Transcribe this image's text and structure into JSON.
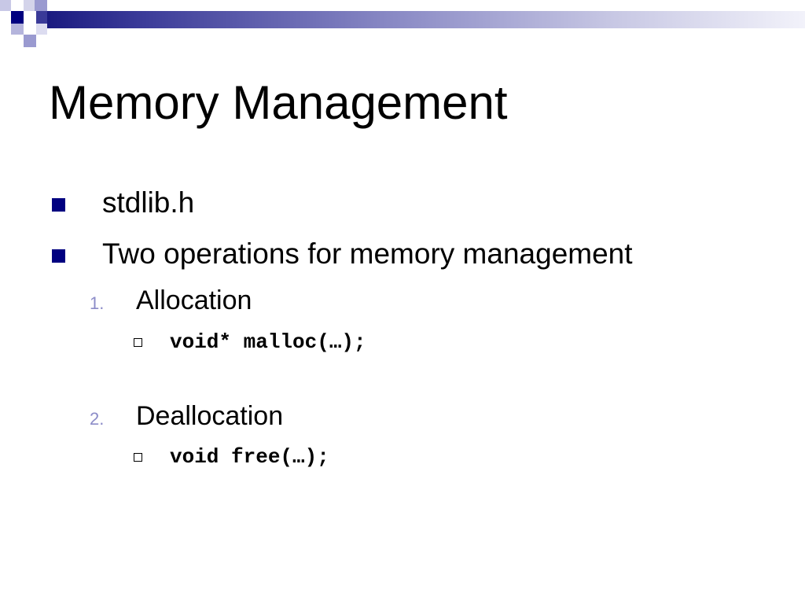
{
  "colors": {
    "accent": "#000080",
    "number_marker": "#8c8cc8",
    "text": "#000000",
    "background": "#ffffff"
  },
  "slide": {
    "title": "Memory Management",
    "bullets": [
      {
        "icon": "square-bullet-icon",
        "text": "stdlib.h"
      },
      {
        "icon": "square-bullet-icon",
        "text": "Two operations for memory management"
      }
    ],
    "operations": [
      {
        "number": "1.",
        "label": "Allocation",
        "code": {
          "icon": "hollow-square-bullet-icon",
          "text": "void* malloc(…);"
        }
      },
      {
        "number": "2.",
        "label": "Deallocation",
        "code": {
          "icon": "hollow-square-bullet-icon",
          "text": "void free(…);"
        }
      }
    ]
  }
}
